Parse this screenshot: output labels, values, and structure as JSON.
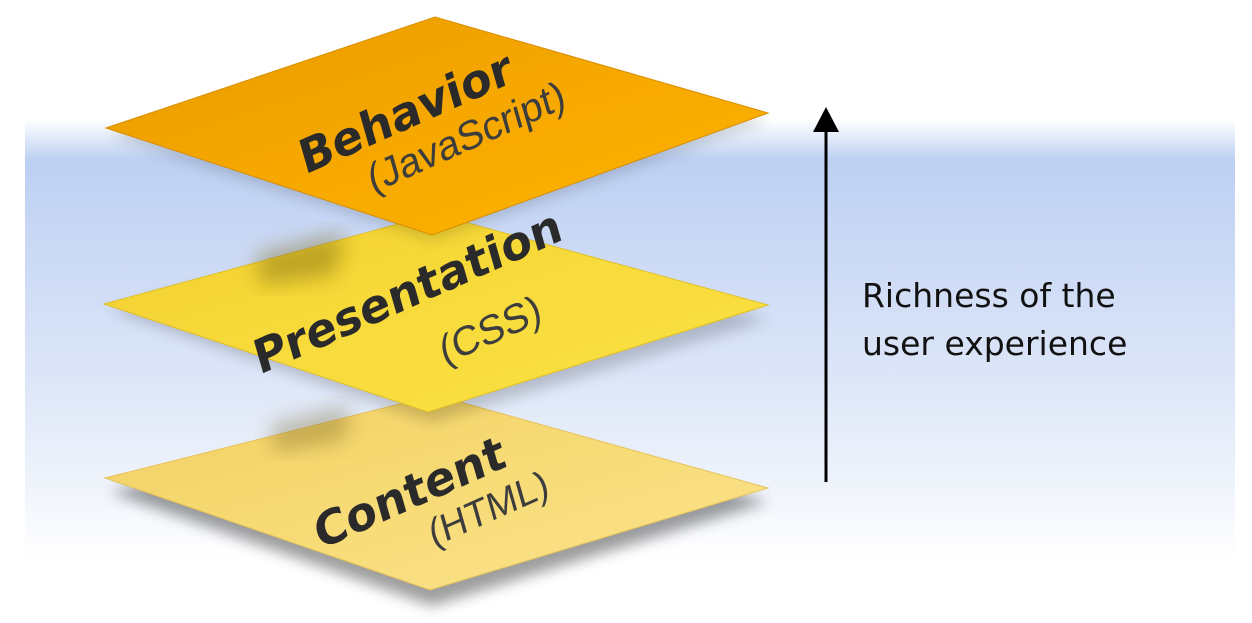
{
  "layers": [
    {
      "title": "Behavior",
      "subtitle": "(JavaScript)",
      "color": "#f5a300"
    },
    {
      "title": "Presentation",
      "subtitle": "(CSS)",
      "color": "#f7d637"
    },
    {
      "title": "Content",
      "subtitle": "(HTML)",
      "color": "#f6d86e"
    }
  ],
  "axis_label": {
    "line1": "Richness of the",
    "line2": "user experience"
  }
}
